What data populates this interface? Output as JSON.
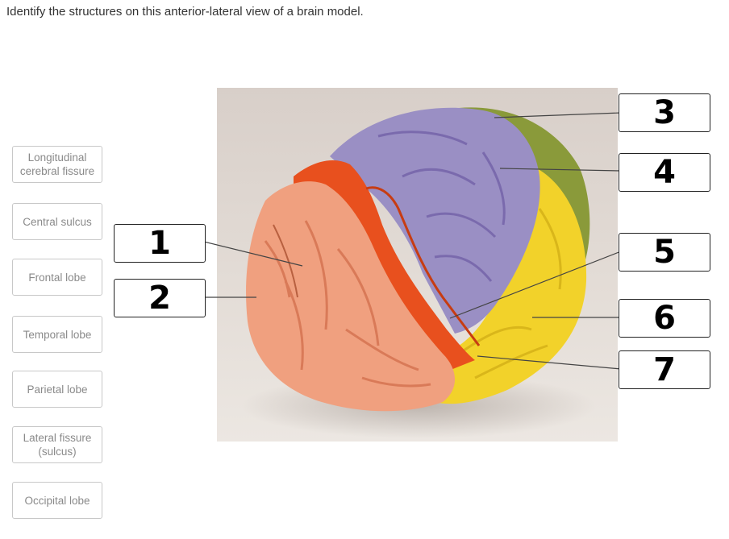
{
  "instruction": "Identify the structures on this anterior-lateral view of a brain model.",
  "label_bank": [
    "Longitudinal\ncerebral fissure",
    "Central sulcus",
    "Frontal lobe",
    "Temporal lobe",
    "Parietal lobe",
    "Lateral fissure\n(sulcus)",
    "Occipital lobe"
  ],
  "targets": [
    {
      "number": "1",
      "side": "left"
    },
    {
      "number": "2",
      "side": "left"
    },
    {
      "number": "3",
      "side": "right"
    },
    {
      "number": "4",
      "side": "right"
    },
    {
      "number": "5",
      "side": "right"
    },
    {
      "number": "6",
      "side": "right"
    },
    {
      "number": "7",
      "side": "right"
    }
  ],
  "colors": {
    "frontal": "#f0a07f",
    "frontal_dark": "#e48b68",
    "precentral": "#e8501e",
    "parietal": "#9a8fc4",
    "parietal_dark": "#7a6aad",
    "occipital": "#8a9a3a",
    "temporal": "#f2d22a",
    "temporal_dark": "#e0b81a"
  }
}
